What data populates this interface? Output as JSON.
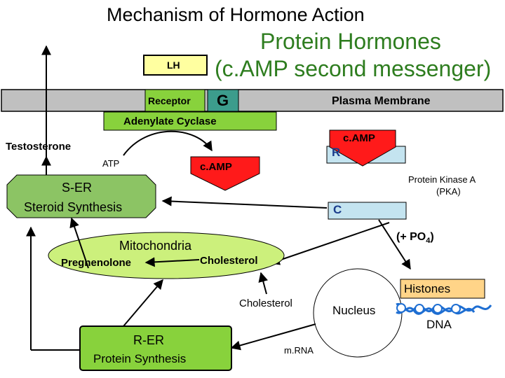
{
  "title": "Mechanism of Hormone Action",
  "heading_line1": "Protein Hormones",
  "heading_line2": "(c.AMP second messenger)",
  "labels": {
    "lh": "LH",
    "receptor": "Receptor",
    "g": "G",
    "plasma_membrane": "Plasma Membrane",
    "adenylate_cyclase": "Adenylate Cyclase",
    "testosterone": "Testosterone",
    "atp": "ATP",
    "camp_product": "c.AMP",
    "camp_bound": "c.AMP",
    "r": "R",
    "pka_line1": "Protein Kinase A",
    "pka_line2": "(PKA)",
    "c": "C",
    "ser_title": "S-ER",
    "ser_sub": "Steroid Synthesis",
    "po4_prefix": "(+ PO",
    "po4_sub": "4",
    "po4_suffix": ")",
    "mitochondria": "Mitochondria",
    "pregnenolone": "Pregnenolone",
    "cholesterol_mito": "Cholesterol",
    "cholesterol_free": "Cholesterol",
    "histones": "Histones",
    "nucleus": "Nucleus",
    "dna": "DNA",
    "rer_title": "R-ER",
    "rer_sub": "Protein Synthesis",
    "mrna": "m.RNA"
  },
  "colors": {
    "membrane": "#c0c0c0",
    "green_box": "#88d23c",
    "g_protein": "#3c9c8c",
    "lh_box": "#ffffa0",
    "red": "#ff1a1a",
    "light_blue": "#c4e4f0",
    "ser_fill": "#8cc464",
    "mito_fill": "#ccf07c",
    "histone_fill": "#ffd488",
    "heading_green": "#2e7d1f",
    "dna_blue": "#1e6ed2"
  }
}
